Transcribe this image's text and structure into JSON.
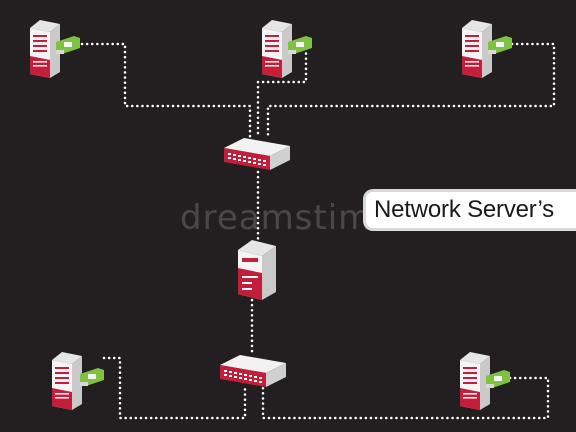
{
  "label": {
    "text": "Network Server’s"
  },
  "watermark": {
    "text": "dreamstime"
  },
  "colors": {
    "background": "#231f20",
    "device_red": "#c41e3a",
    "device_white": "#f4f4f4",
    "nic_green": "#7fc241",
    "cable": "#ffffff"
  },
  "devices": [
    {
      "name": "server-top-left",
      "type": "server",
      "nic": true
    },
    {
      "name": "server-top-center",
      "type": "server",
      "nic": true
    },
    {
      "name": "server-top-right",
      "type": "server",
      "nic": true
    },
    {
      "name": "switch-upper",
      "type": "switch"
    },
    {
      "name": "main-server",
      "type": "server-large"
    },
    {
      "name": "switch-lower",
      "type": "switch"
    },
    {
      "name": "server-bottom-left",
      "type": "server",
      "nic": true
    },
    {
      "name": "server-bottom-right",
      "type": "server",
      "nic": true
    }
  ]
}
